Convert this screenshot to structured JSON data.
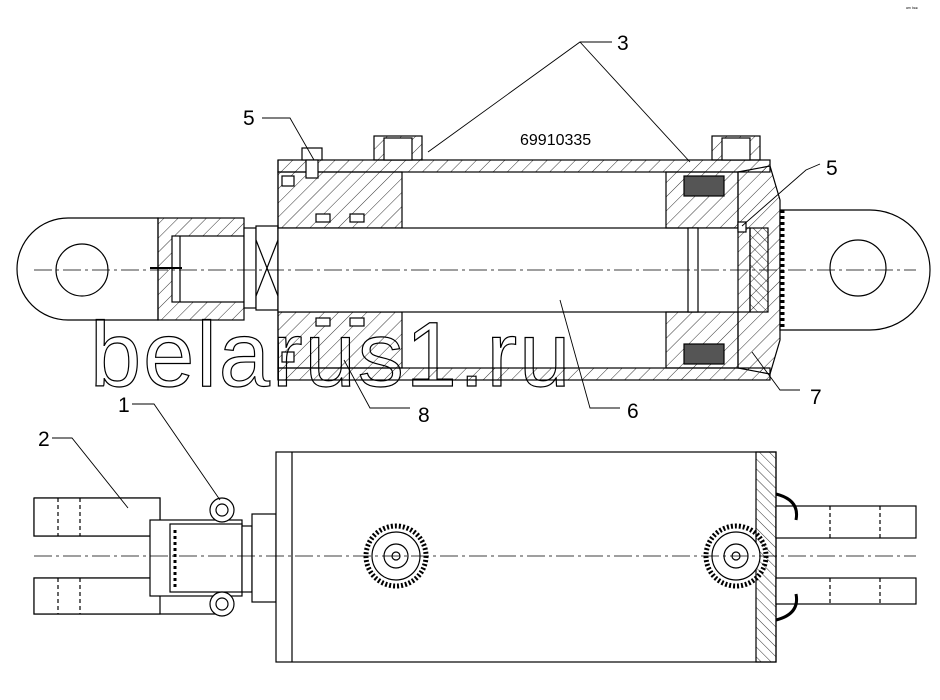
{
  "drawing": {
    "part_number": "69910335",
    "corner_mark": "ᵃᵐ ᵇᵉᵉ",
    "watermark": "belarus1.ru"
  },
  "callouts": {
    "c1": "1",
    "c2": "2",
    "c3": "3",
    "c5_left": "5",
    "c5_right": "5",
    "c6": "6",
    "c7": "7",
    "c8": "8"
  }
}
